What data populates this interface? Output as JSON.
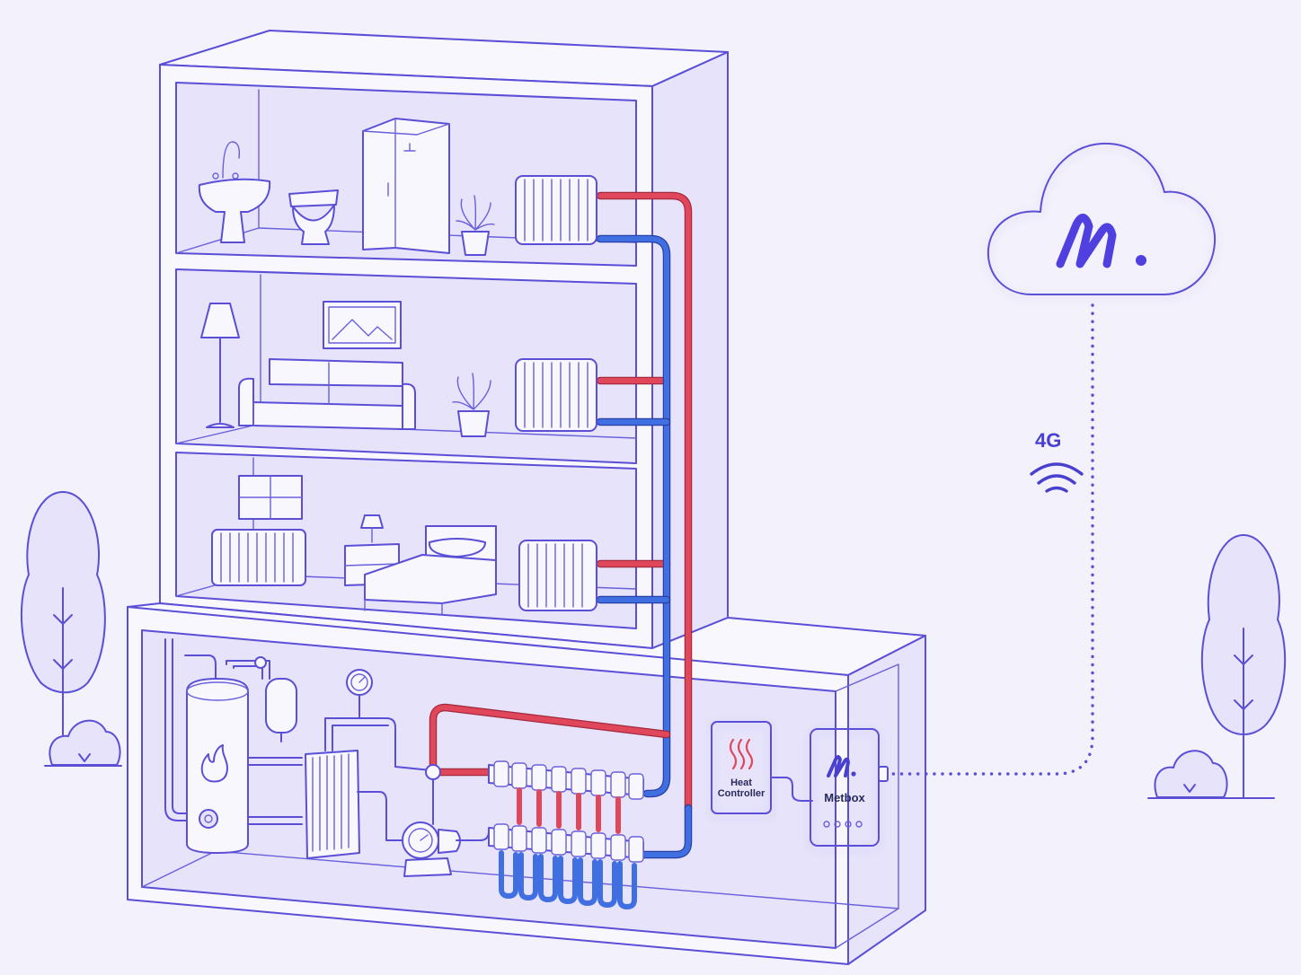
{
  "devices": {
    "heat_controller": {
      "label_line1": "Heat",
      "label_line2": "Controller"
    },
    "metbox": {
      "label": "Metbox"
    }
  },
  "network": {
    "label": "4G"
  },
  "icons": {
    "cloud": "cloud-icon",
    "brand": "metbox-logo-icon",
    "signal": "wifi-signal-icon",
    "flame": "flame-icon",
    "heat": "heat-waves-icon"
  },
  "colors": {
    "line": "#5a4fd6",
    "hot_pipe": "#e0475a",
    "cold_pipe": "#3f6fe0",
    "background": "#f3f1fb"
  }
}
